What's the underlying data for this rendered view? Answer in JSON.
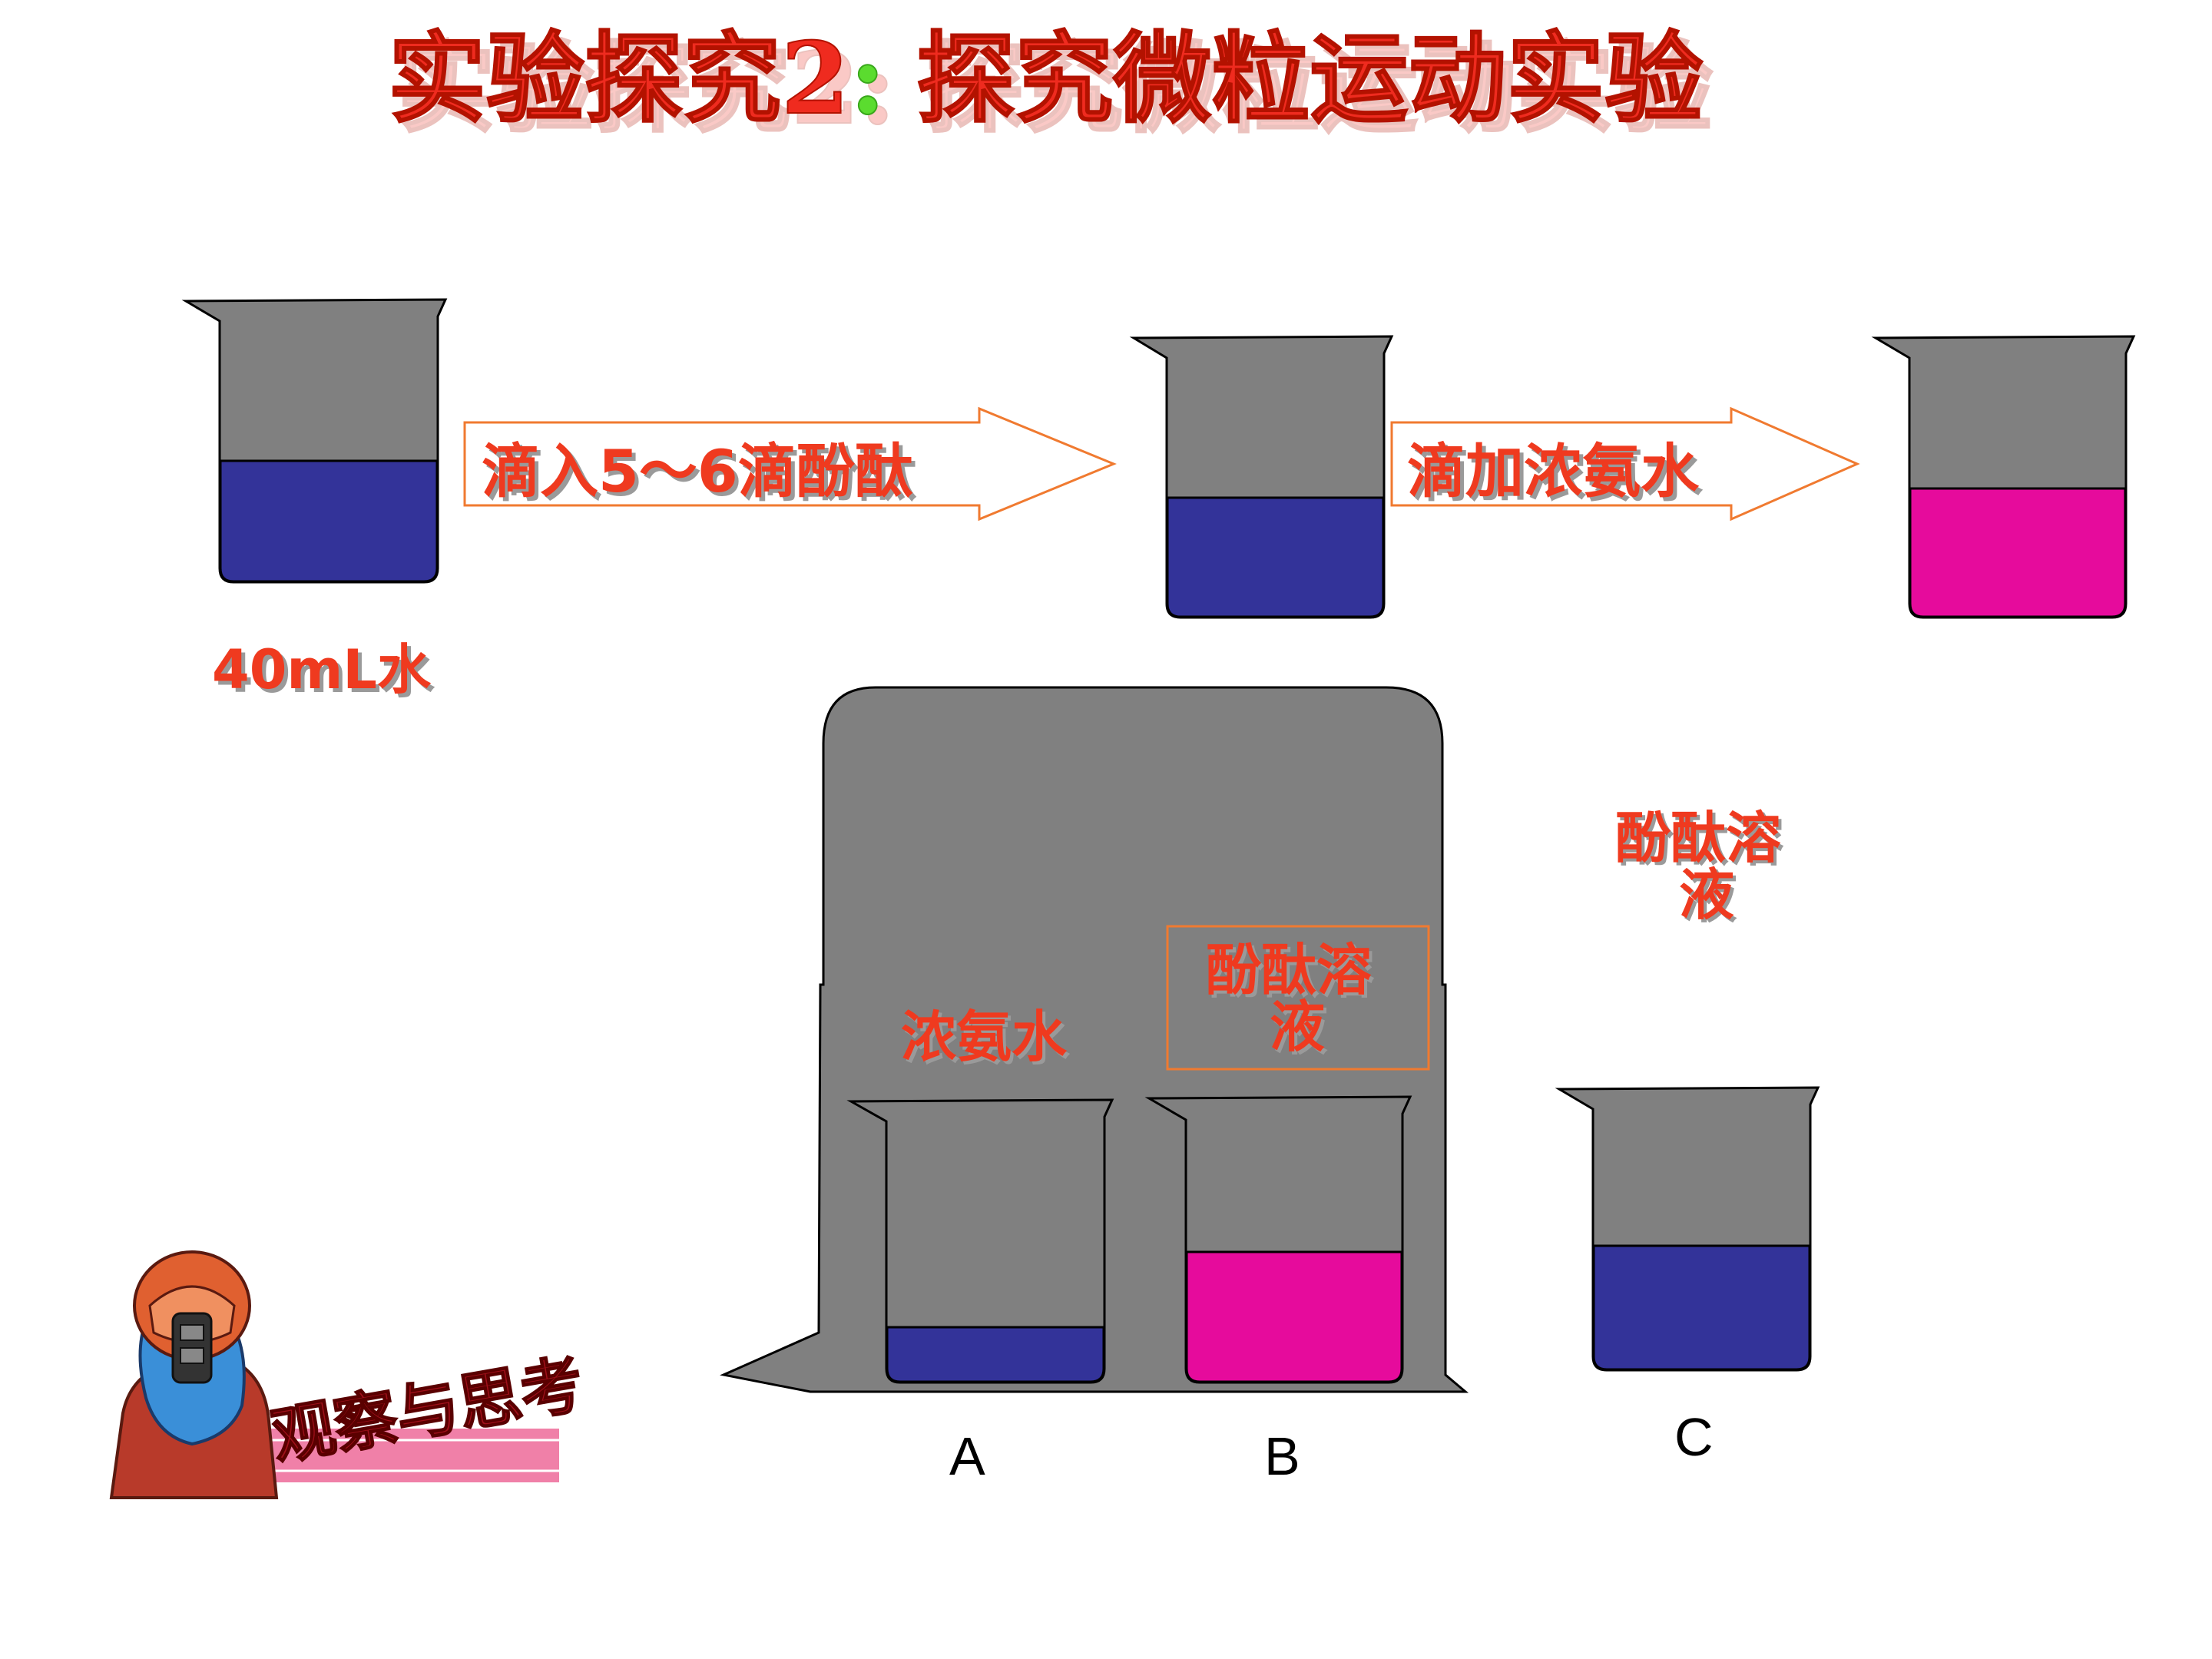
{
  "title": {
    "prefix": "实验探究2",
    "colon": ":",
    "suffix": "探究微粒运动实验"
  },
  "step_one": {
    "water_label": "40mL水",
    "arrow_label": "滴入5～6滴酚酞"
  },
  "step_two": {
    "arrow_label": "滴加浓氨水"
  },
  "setup": {
    "beaker_a_content": "浓氨水",
    "beaker_b_content_line1": "酚酞溶",
    "beaker_b_content_line2": "液",
    "beaker_c_content_line1": "酚酞溶",
    "beaker_c_content_line2": "液",
    "label_a": "A",
    "label_b": "B",
    "label_c": "C"
  },
  "badge": {
    "text": "观察与思考"
  },
  "colors": {
    "water_blue": "#333399",
    "pink_solution": "#e60b9c",
    "glass_gray": "#808080",
    "title_red": "#ef2b1f",
    "colon_green": "#5bdc2f",
    "arrow_orange": "#f07a30"
  }
}
